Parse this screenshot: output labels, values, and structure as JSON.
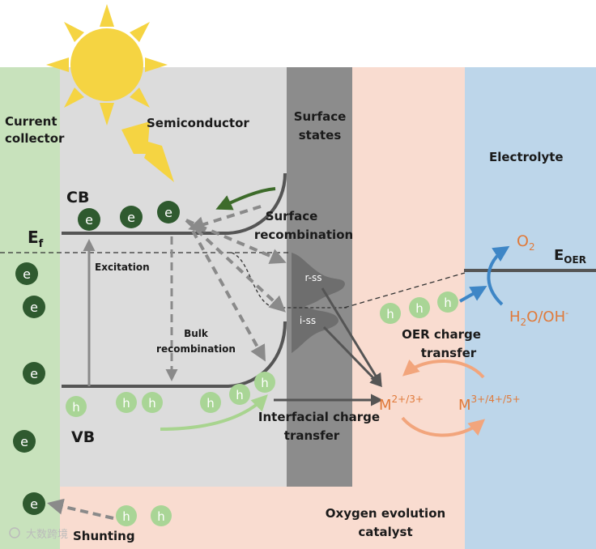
{
  "labels": {
    "current_collector_1": "Current",
    "current_collector_2": "collector",
    "semiconductor": "Semiconductor",
    "surface_states_1": "Surface",
    "surface_states_2": "states",
    "electrolyte": "Electrolyte",
    "cb": "CB",
    "vb": "VB",
    "ef_main": "E",
    "ef_sub": "f",
    "excitation": "Excitation",
    "surface_recombination_1": "Surface",
    "surface_recombination_2": "recombination",
    "bulk_recombination_1": "Bulk",
    "bulk_recombination_2": "recombination",
    "r_ss": "r-ss",
    "i_ss": "i-ss",
    "interfacial_1": "Interfacial charge",
    "interfacial_2": "transfer",
    "oer_1": "OER charge",
    "oer_2": "transfer",
    "oec_1": "Oxygen evolution",
    "oec_2": "catalyst",
    "shunting": "Shunting",
    "eoer_main": "E",
    "eoer_sub": "OER",
    "o2_main": "O",
    "o2_sub": "2",
    "h2o_a": "H",
    "h2o_b": "2",
    "h2o_c": "O/OH",
    "h2o_d": "-",
    "m_low_main": "M",
    "m_low_sup": "2+/3+",
    "m_high_main": "M",
    "m_high_sup": "3+/4+/5+",
    "electron": "e",
    "hole": "h",
    "watermark": "大数跨境"
  },
  "colors": {
    "collector": "#c8e2bc",
    "semiconductor": "#dcdcdc",
    "surface_states": "#8c8c8c",
    "catalyst": "#f9dcd0",
    "electrolyte": "#bdd6ea",
    "electron": "#2f5a2f",
    "hole": "#a9d596",
    "band": "#555555",
    "arrow_green_dark": "#3d6b2a",
    "arrow_green_light": "#a8d48f",
    "arrow_orange": "#f2a57c",
    "arrow_blue": "#3e86c6",
    "text_orange": "#e07a3a",
    "sun": "#f5d442"
  }
}
